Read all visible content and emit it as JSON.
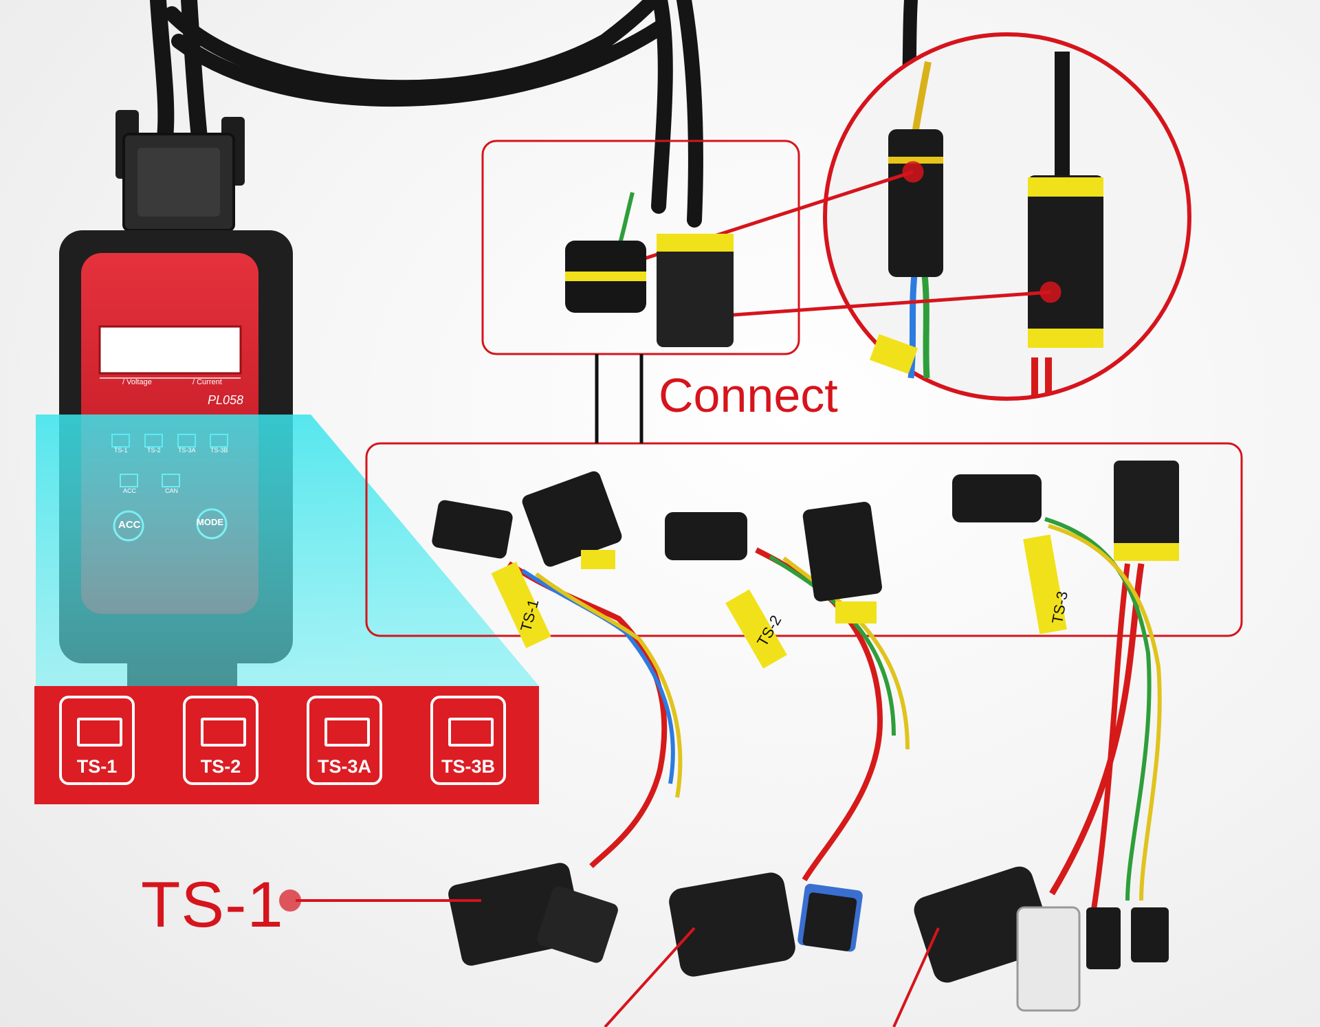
{
  "device": {
    "model": "PL058",
    "display_labels": [
      "/ Voltage",
      "/ Current"
    ],
    "leds_top": [
      "TS-1",
      "TS-2",
      "TS-3A",
      "TS-3B"
    ],
    "leds_bottom": [
      "ACC",
      "CAN"
    ],
    "buttons": [
      "ACC",
      "MODE"
    ]
  },
  "legend": {
    "items": [
      "TS-1",
      "TS-2",
      "TS-3A",
      "TS-3B"
    ],
    "bar_color": "#dc1d24"
  },
  "connect_label": "Connect",
  "harness_tags": [
    "TS-1",
    "TS-2",
    "TS-3"
  ],
  "callout": "TS-1",
  "colors": {
    "accent_red": "#d6141c",
    "highlight": "#3fe6ec",
    "connector_yellow": "#f1e11a"
  }
}
